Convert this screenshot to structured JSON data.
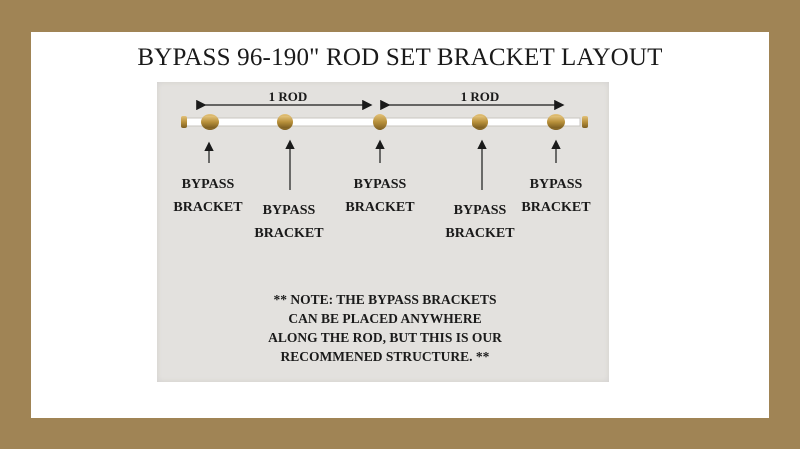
{
  "title": "BYPASS 96-190\" ROD SET BRACKET LAYOUT",
  "rod_labels": [
    "1 ROD",
    "1 ROD"
  ],
  "brackets": [
    {
      "line1": "BYPASS",
      "line2": "BRACKET"
    },
    {
      "line1": "BYPASS",
      "line2": "BRACKET"
    },
    {
      "line1": "BYPASS",
      "line2": "BRACKET"
    },
    {
      "line1": "BYPASS",
      "line2": "BRACKET"
    },
    {
      "line1": "BYPASS",
      "line2": "BRACKET"
    }
  ],
  "note": [
    "** NOTE: THE BYPASS BRACKETS",
    "CAN BE PLACED ANYWHERE",
    "ALONG THE ROD, BUT THIS IS OUR",
    "RECOMMENED STRUCTURE. **"
  ],
  "colors": {
    "frame": "#a08455",
    "gold": "#b8903a",
    "panel": "#e3e1de"
  }
}
